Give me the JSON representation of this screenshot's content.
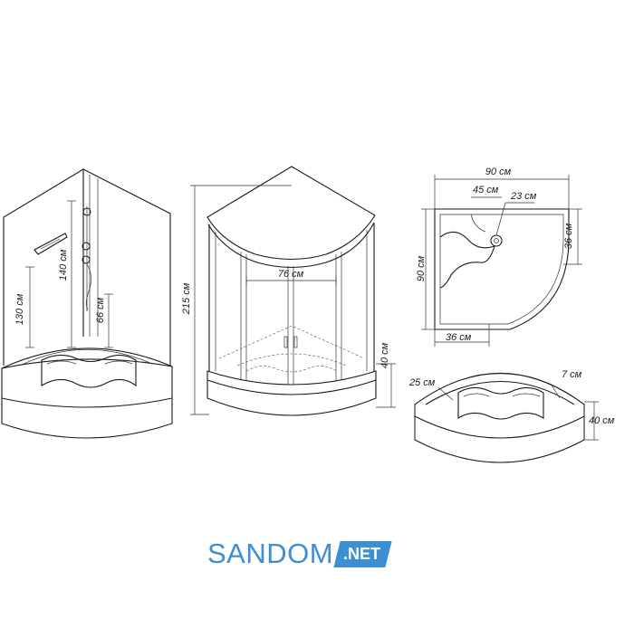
{
  "logo": {
    "brand": "SANDOM",
    "tld": ".NET",
    "color": "#3d8fd4"
  },
  "left_view": {
    "dimensions": {
      "height_1": "130 см",
      "height_2": "140 см",
      "height_3": "66 см"
    }
  },
  "front_view": {
    "dimensions": {
      "total_height": "215 см",
      "door_width": "76 см",
      "tray_height": "40 см"
    }
  },
  "top_view": {
    "dimensions": {
      "width": "90 см",
      "depth": "90 см",
      "seat_width": "45 см",
      "drain_offset": "23 см",
      "right_side": "36 см",
      "bottom_side": "36 см"
    }
  },
  "tray_view": {
    "dimensions": {
      "edge": "25 см",
      "rim": "7 см",
      "height": "40 см"
    }
  }
}
